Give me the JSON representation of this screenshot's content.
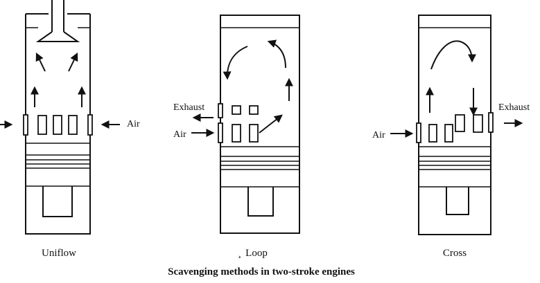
{
  "diagram": {
    "title": "Scavenging methods in two-stroke engines",
    "engines": [
      {
        "caption": "Uniflow",
        "labels": {
          "air_left": "",
          "air_right": "Air"
        }
      },
      {
        "caption": "Loop",
        "caption_prefix_mark": "¸",
        "labels": {
          "exhaust": "Exhaust",
          "air": "Air"
        }
      },
      {
        "caption": "Cross",
        "labels": {
          "air": "Air",
          "exhaust": "Exhaust"
        }
      }
    ]
  }
}
